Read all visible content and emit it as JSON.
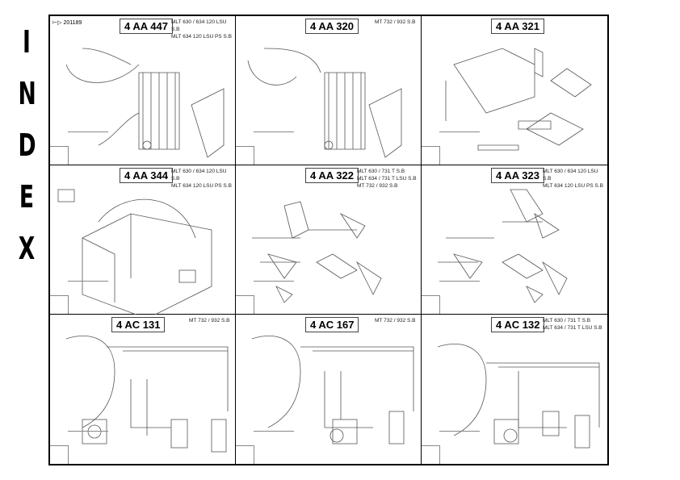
{
  "index_letters": [
    "I",
    "N",
    "D",
    "E",
    "X"
  ],
  "reference": "201189",
  "cells": [
    {
      "code": "4 AA 447",
      "models": [
        "MLT 630 / 634 120 LSU S.B",
        "MLT 634 120 LSU PS S.B"
      ]
    },
    {
      "code": "4 AA 320",
      "models": [
        "MT 732 / 932 S.B"
      ]
    },
    {
      "code": "4 AA 321",
      "models": []
    },
    {
      "code": "4 AA 344",
      "models": [
        "MLT 630 / 634 120 LSU S.B",
        "MLT 634 120 LSU PS S.B"
      ]
    },
    {
      "code": "4 AA 322",
      "models": [
        "MLT 630 / 731 T S.B",
        "MLT 634 / 731 T LSU S.B",
        "MT 732 / 932 S.B"
      ]
    },
    {
      "code": "4 AA 323",
      "models": [
        "MLT 630 / 634 120 LSU S.B",
        "MLT 634 120 LSU PS S.B"
      ]
    },
    {
      "code": "4 AC 131",
      "models": [
        "MT 732 / 932 S.B"
      ]
    },
    {
      "code": "4 AC 167",
      "models": [
        "MT 732 / 932 S.B"
      ]
    },
    {
      "code": "4 AC 132",
      "models": [
        "MLT 630 / 731 T S.B",
        "MLT 634 / 731 T LSU S.B"
      ]
    }
  ]
}
